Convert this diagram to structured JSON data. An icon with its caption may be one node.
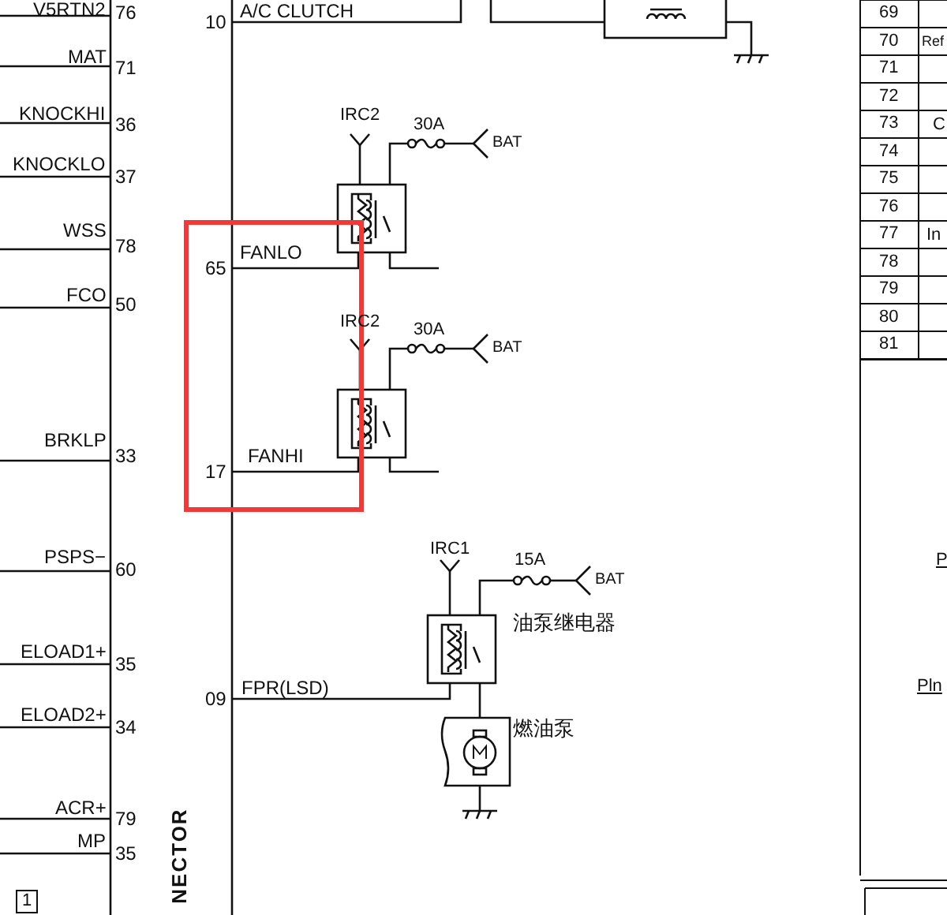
{
  "diagram": {
    "labels": [
      "V5RTN2",
      "76",
      "MAT",
      "71",
      "KNOCKHI",
      "36",
      "KNOCKLO",
      "37",
      "WSS",
      "78",
      "FCO",
      "50",
      "BRKLP",
      "33",
      "PSPS−",
      "60",
      "ELOAD1+",
      "35",
      "ELOAD2+",
      "34",
      "ACR+",
      "79",
      "MP",
      "35",
      "1",
      "NECTOR",
      "A/C CLUTCH",
      "10",
      "IRC2",
      "30A",
      "BAT",
      "FANLO",
      "65",
      "IRC2",
      "30A",
      "BAT",
      "FANHI",
      "17",
      "IRC1",
      "15A",
      "BAT",
      "油泵继电器",
      "FPR(LSD)",
      "09",
      "燃油泵",
      "69",
      "70",
      "Ref",
      "71",
      "72",
      "73",
      "C",
      "74",
      "75",
      "76",
      "77",
      "In",
      "78",
      "79",
      "80",
      "81",
      "P",
      "Pln"
    ]
  }
}
